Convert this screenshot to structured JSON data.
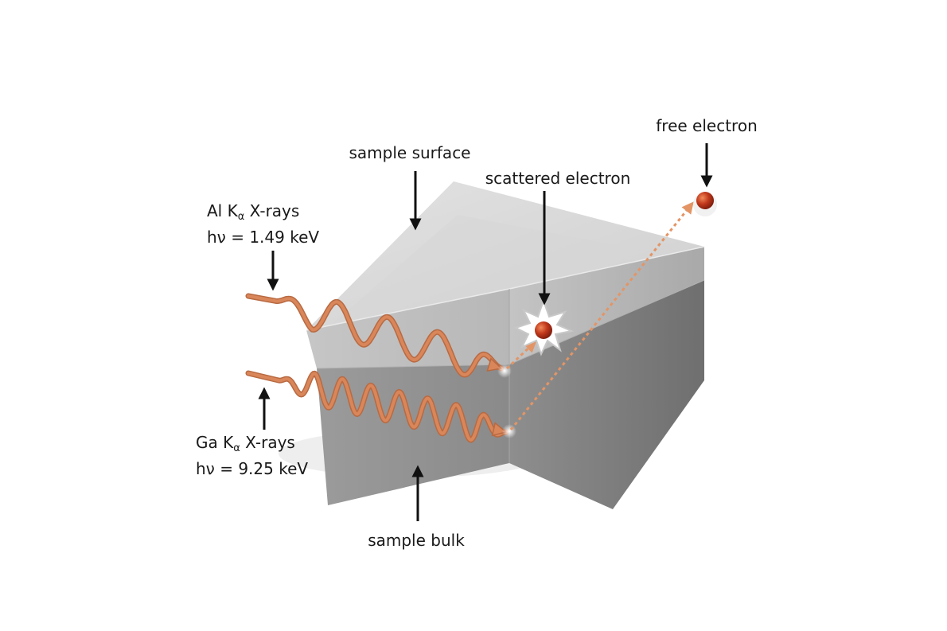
{
  "labels": {
    "free_electron": "free electron",
    "sample_surface": "sample surface",
    "scattered_electron": "scattered electron",
    "sample_bulk": "sample bulk",
    "al": {
      "prefix": "Al K",
      "subscript": "α",
      "suffix": " X-rays",
      "energy": "hν = 1.49 keV"
    },
    "ga": {
      "prefix": "Ga K",
      "subscript": "α",
      "suffix": " X-rays",
      "energy": "hν = 9.25 keV"
    }
  },
  "colors": {
    "wave": "#d9865a",
    "electron": "#b8321a",
    "surface_top": "#dcdcdc",
    "surface_side": "#c9c9c9",
    "bulk_side": "#8f8f8f",
    "bulk_right": "#7f7f7f"
  }
}
